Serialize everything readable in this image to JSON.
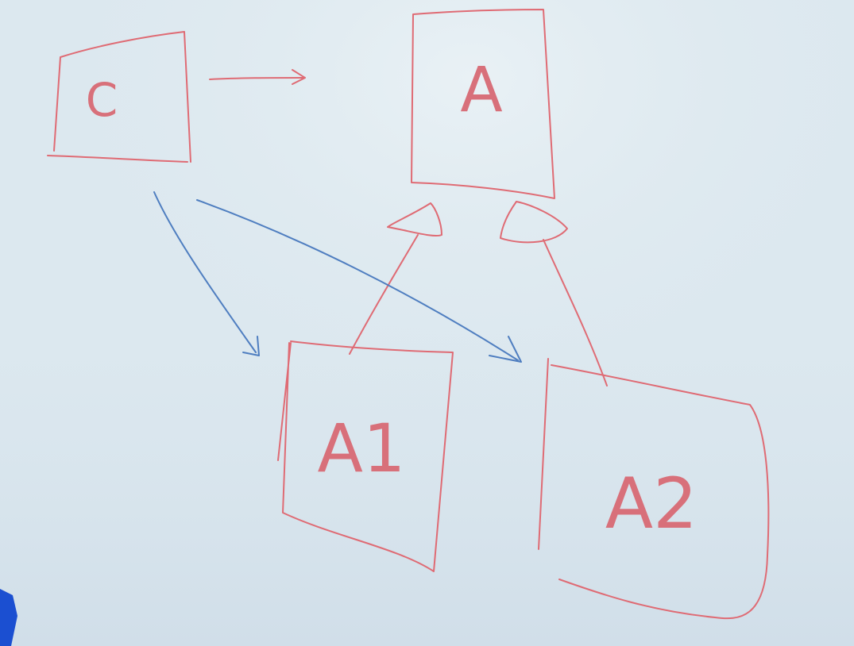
{
  "diagram": {
    "nodes": {
      "c": "C",
      "a": "A",
      "a1": "A1",
      "a2": "A2"
    },
    "colors": {
      "board": "#dce8ef",
      "red_ink": "#df6b74",
      "blue_ink": "#4f7ec0",
      "marker": "#1b4fd1"
    }
  }
}
